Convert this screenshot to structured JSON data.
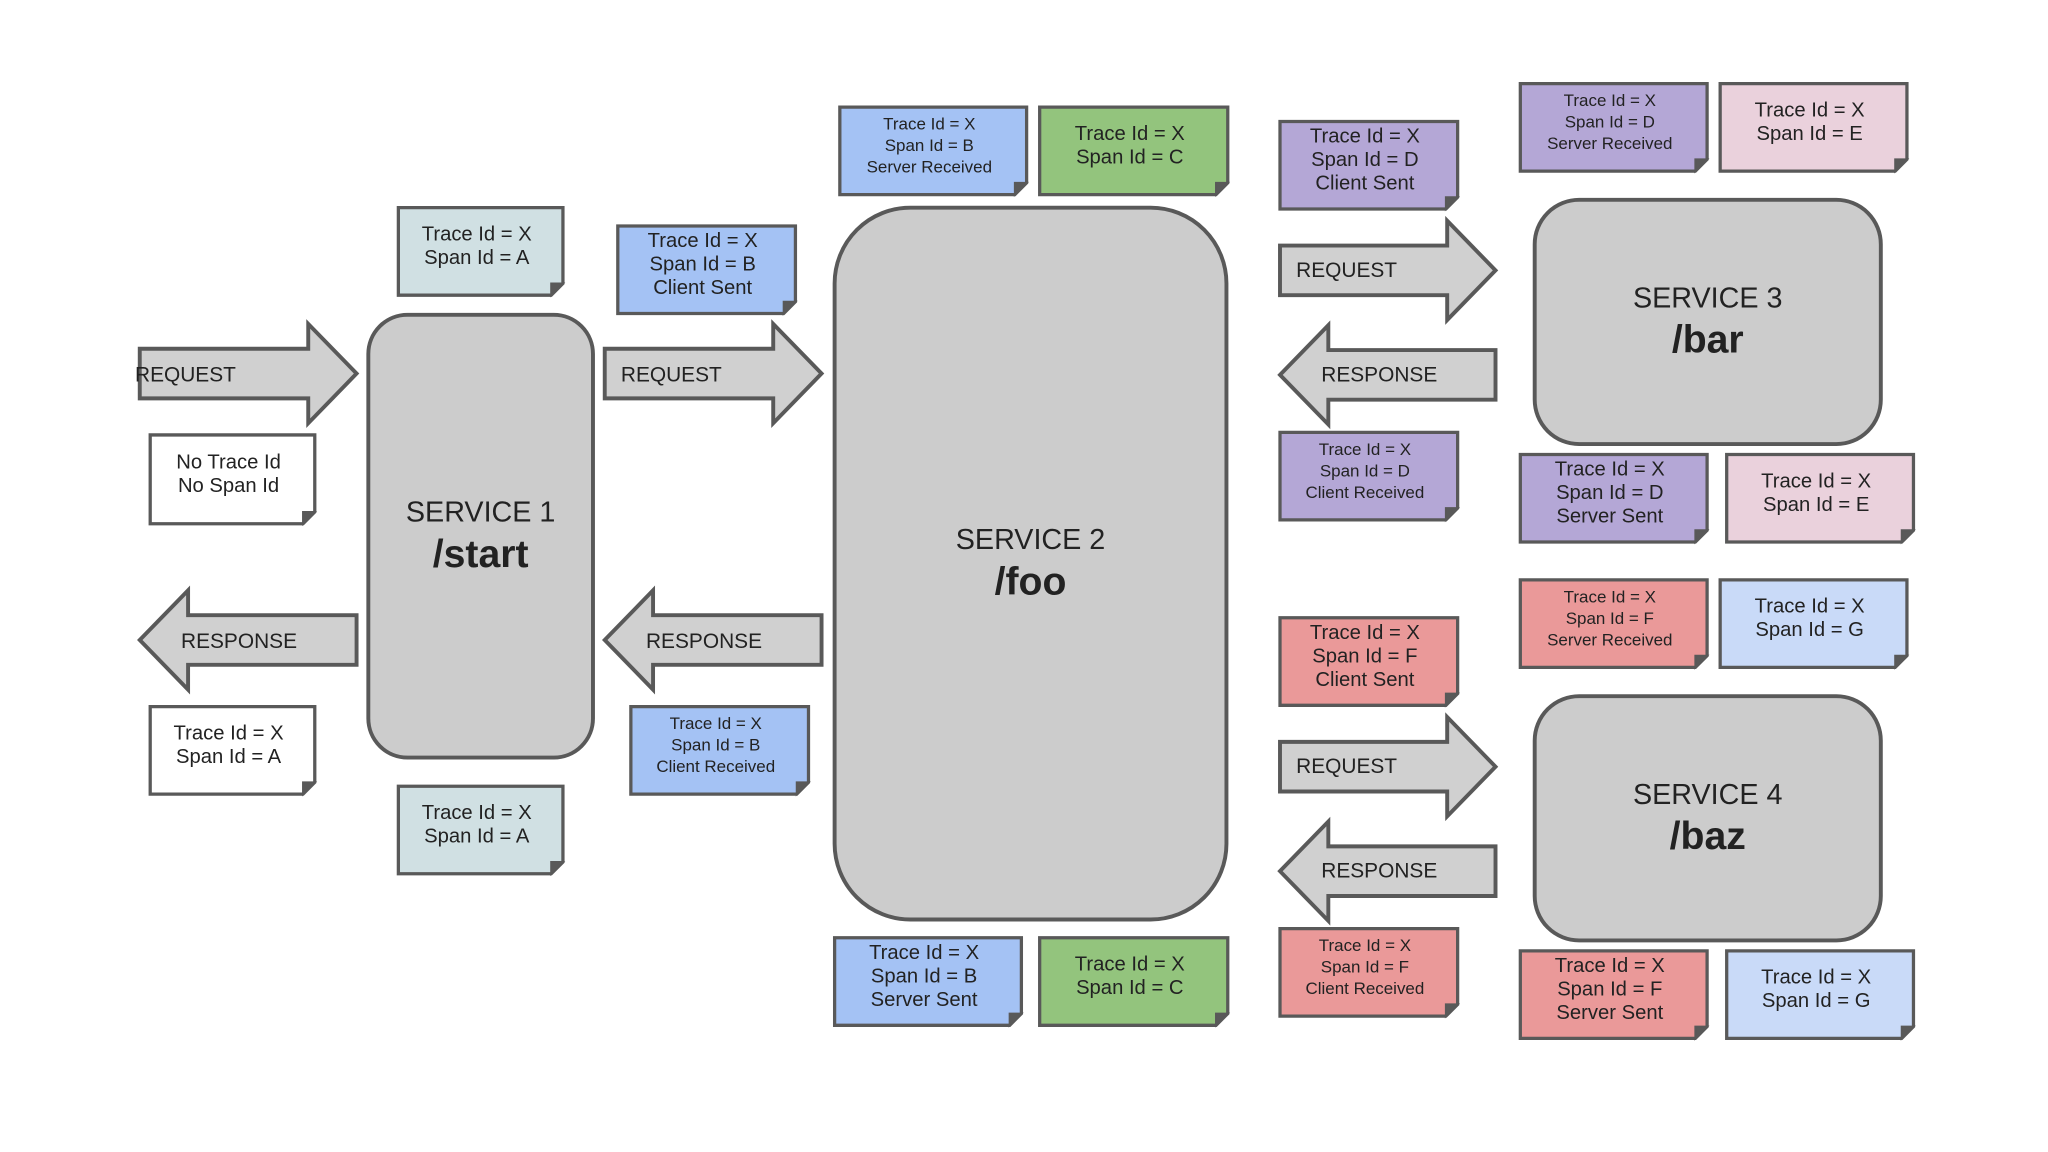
{
  "colors": {
    "background": "#ffffff",
    "service_fill": "#cccccc",
    "outline": "#595959",
    "arrow_fill": "#d0d0d0",
    "note_white": "#ffffff",
    "note_teal": "#d0e0e3",
    "note_blue": "#a4c2f4",
    "note_green": "#93c47d",
    "note_purple": "#b4a7d6",
    "note_pink": "#ead1dc",
    "note_red": "#ea9999",
    "note_lightblue": "#c9daf8"
  },
  "services": [
    {
      "id": "service-1",
      "name": "SERVICE 1",
      "path": "/start"
    },
    {
      "id": "service-2",
      "name": "SERVICE 2",
      "path": "/foo"
    },
    {
      "id": "service-3",
      "name": "SERVICE 3",
      "path": "/bar"
    },
    {
      "id": "service-4",
      "name": "SERVICE 4",
      "path": "/baz"
    }
  ],
  "arrows": [
    {
      "id": "s1-request",
      "direction": "right",
      "label": "REQUEST"
    },
    {
      "id": "s1-response",
      "direction": "left",
      "label": "RESPONSE"
    },
    {
      "id": "s2-request",
      "direction": "right",
      "label": "REQUEST"
    },
    {
      "id": "s2-response",
      "direction": "left",
      "label": "RESPONSE"
    },
    {
      "id": "s3-request",
      "direction": "right",
      "label": "REQUEST"
    },
    {
      "id": "s3-response",
      "direction": "left",
      "label": "RESPONSE"
    },
    {
      "id": "s4-request",
      "direction": "right",
      "label": "REQUEST"
    },
    {
      "id": "s4-response",
      "direction": "left",
      "label": "RESPONSE"
    }
  ],
  "notes": [
    {
      "id": "incoming-request",
      "color": "#ffffff",
      "lines": [
        "No Trace Id",
        "No Span Id"
      ]
    },
    {
      "id": "outgoing-response",
      "color": "#ffffff",
      "lines": [
        "Trace Id = X",
        "Span Id = A"
      ]
    },
    {
      "id": "s1-top",
      "color": "#d0e0e3",
      "lines": [
        "Trace Id = X",
        "Span Id = A"
      ]
    },
    {
      "id": "s1-bottom",
      "color": "#d0e0e3",
      "lines": [
        "Trace Id = X",
        "Span Id = A"
      ]
    },
    {
      "id": "s1-client-sent",
      "color": "#a4c2f4",
      "lines": [
        "Trace Id = X",
        "Span Id = B",
        "Client Sent"
      ]
    },
    {
      "id": "s1-client-received",
      "color": "#a4c2f4",
      "lines": [
        "Trace Id = X",
        "Span Id = B",
        "Client Received"
      ]
    },
    {
      "id": "s2-server-received",
      "color": "#a4c2f4",
      "lines": [
        "Trace Id = X",
        "Span Id = B",
        "Server Received"
      ]
    },
    {
      "id": "s2-top-local",
      "color": "#93c47d",
      "lines": [
        "Trace Id = X",
        "Span Id = C"
      ]
    },
    {
      "id": "s2-server-sent",
      "color": "#a4c2f4",
      "lines": [
        "Trace Id = X",
        "Span Id = B",
        "Server Sent"
      ]
    },
    {
      "id": "s2-bottom-local",
      "color": "#93c47d",
      "lines": [
        "Trace Id = X",
        "Span Id = C"
      ]
    },
    {
      "id": "s2-client-sent-d",
      "color": "#b4a7d6",
      "lines": [
        "Trace Id = X",
        "Span Id = D",
        "Client Sent"
      ]
    },
    {
      "id": "s2-client-received-d",
      "color": "#b4a7d6",
      "lines": [
        "Trace Id = X",
        "Span Id = D",
        "Client Received"
      ]
    },
    {
      "id": "s3-server-received",
      "color": "#b4a7d6",
      "lines": [
        "Trace Id = X",
        "Span Id = D",
        "Server Received"
      ]
    },
    {
      "id": "s3-top-local",
      "color": "#ead1dc",
      "lines": [
        "Trace Id = X",
        "Span Id = E"
      ]
    },
    {
      "id": "s3-server-sent",
      "color": "#b4a7d6",
      "lines": [
        "Trace Id = X",
        "Span Id = D",
        "Server Sent"
      ]
    },
    {
      "id": "s3-bottom-local",
      "color": "#ead1dc",
      "lines": [
        "Trace Id = X",
        "Span Id = E"
      ]
    },
    {
      "id": "s2-client-sent-f",
      "color": "#ea9999",
      "lines": [
        "Trace Id = X",
        "Span Id = F",
        "Client Sent"
      ]
    },
    {
      "id": "s2-client-received-f",
      "color": "#ea9999",
      "lines": [
        "Trace Id = X",
        "Span Id = F",
        "Client Received"
      ]
    },
    {
      "id": "s4-server-received",
      "color": "#ea9999",
      "lines": [
        "Trace Id = X",
        "Span Id = F",
        "Server Received"
      ]
    },
    {
      "id": "s4-top-local",
      "color": "#c9daf8",
      "lines": [
        "Trace Id = X",
        "Span Id = G"
      ]
    },
    {
      "id": "s4-server-sent",
      "color": "#ea9999",
      "lines": [
        "Trace Id = X",
        "Span Id = F",
        "Server Sent"
      ]
    },
    {
      "id": "s4-bottom-local",
      "color": "#c9daf8",
      "lines": [
        "Trace Id = X",
        "Span Id = G"
      ]
    }
  ]
}
